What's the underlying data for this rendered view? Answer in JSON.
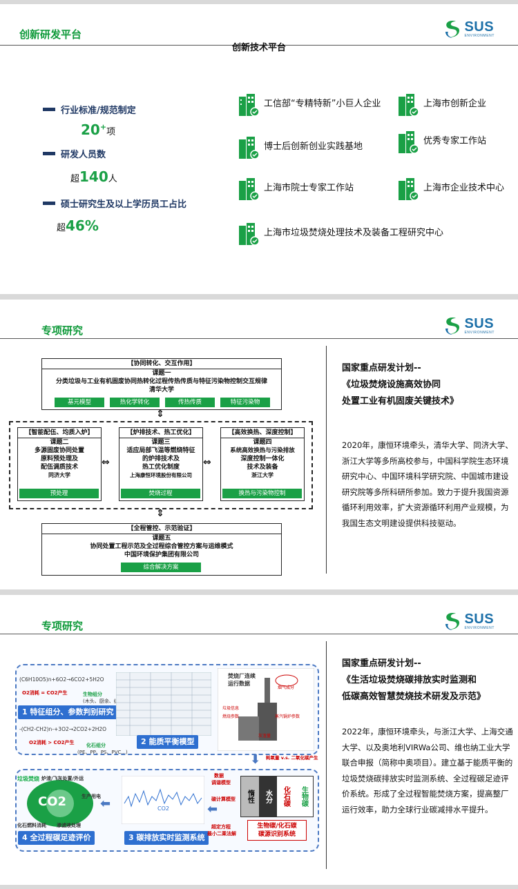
{
  "logo": {
    "main": "SUS",
    "sub": "ENVIRONMENT"
  },
  "slide1": {
    "title": "创新研发平台",
    "heading": "创新技术平台",
    "stats": [
      {
        "label": "行业标准/规范制定",
        "prefix": "",
        "number": "20",
        "sup": "+",
        "unit": "项"
      },
      {
        "label": "研发人员数",
        "prefix": "超",
        "number": "140",
        "sup": "",
        "unit": "人"
      },
      {
        "label": "硕士研究生及以上学历员工占比",
        "prefix": "超",
        "number": "46%",
        "sup": "",
        "unit": ""
      }
    ],
    "honors": [
      "工信部“专精特新”小巨人企业",
      "上海市创新企业",
      "博士后创新创业实践基地",
      "优秀专家工作站",
      "上海市院士专家工作站",
      "上海市企业技术中心",
      "上海市垃圾焚烧处理技术及装备工程研究中心"
    ]
  },
  "slide2": {
    "title": "专项研究",
    "right_title": [
      "国家重点研发计划--",
      "《垃圾焚烧设施高效协同",
      "处置工业有机固废关键技术》"
    ],
    "right_body": "2020年，康恒环境牵头，清华大学、同济大学、浙江大学等多所高校参与，中国科学院生态环境研究中心、中国环境科学研究院、中国城市建设研究院等多所科研所参加。致力于提升我国资源循环利用效率，扩大资源循环利用产业规模，为我国生态文明建设提供科技驱动。",
    "diagram": {
      "top": {
        "category": "【协同转化、交互作用】",
        "lines": [
          "课题一",
          "分类垃圾与工业有机固废协同热转化过程传热传质与特征污染物控制交互规律",
          "清华大学"
        ],
        "tags": [
          "基元模型",
          "热化学转化",
          "传热传质",
          "特征污染物"
        ]
      },
      "mid": [
        {
          "category": "【智能配伍、均质入炉】",
          "lines": [
            "课题二",
            "多源固废协同处置",
            "原料预处理及",
            "配伍调质技术",
            "同济大学"
          ],
          "tag": "预处理"
        },
        {
          "category": "【炉排技术、热工优化】",
          "lines": [
            "课题三",
            "适应局部飞温等燃烧特征",
            "的炉排技术及",
            "热工优化制度",
            "上海康恒环境股份有限公司"
          ],
          "tag": "焚烧过程"
        },
        {
          "category": "【高效换热、深度控制】",
          "lines": [
            "课题四",
            "系统高效换热与污染排放",
            "深度控制一体化",
            "技术及装备",
            "浙江大学"
          ],
          "tag": "换热与污染物控制"
        }
      ],
      "bottom": {
        "category": "【全程管控、示范验证】",
        "lines": [
          "课题五",
          "协同处置工程示范及全过程综合管控方案与运维模式",
          "中国环境保护集团有限公司"
        ],
        "tag": "综合解决方案"
      }
    }
  },
  "slide3": {
    "title": "专项研究",
    "right_title": [
      "国家重点研发计划--",
      "《生活垃圾焚烧碳排放实时监测和",
      "低碳高效智慧焚烧技术研发及示范》"
    ],
    "right_body": "2022年，康恒环境牵头，与浙江大学、上海交通大学、以及奥地利VIRWa公司、维也纳工业大学联合申报（简称中奥项目）。建立基于能质平衡的垃圾焚烧碳排放实时监测系统、全过程碳足迹评价系统。形成了全过程智能焚烧方案，提高整厂运行效率，助力全球行业碳减排水平提升。",
    "flow": {
      "steps": [
        "1 特征组分、参数判别研究",
        "2 能质平衡模型",
        "3 碳排放实时监测系统",
        "4 全过程碳足迹评价"
      ],
      "formula1": "(C6H10O5)n+6O2→6CO2+5H2O",
      "o2_1": "O2消耗 = CO2产生",
      "formula2": "-(CH2-CH2)n-+3O2→2CO2+2H2O",
      "o2_2": "O2消耗 > CO2产生",
      "bio_label": "生物组分",
      "bio_sub": "(木头、厨余、纺织品...)",
      "fossil_label": "化石组分",
      "fossil_sub": "(PE、PP、PS、PVC...)",
      "plant_title": [
        "焚烧厂连续",
        "运行数据"
      ],
      "plant_items": [
        "垃圾信息",
        "燃烧参数",
        "烟气成分",
        "蒸汽锅炉参数",
        "灰渣量"
      ],
      "model_labels": [
        "数据",
        "调谐模型",
        "碳计算模型",
        "超定方程",
        "最小二乘法解"
      ],
      "compare": "耗氧量 v.s. 二氧化碳产生",
      "stack": [
        "惰性",
        "水分",
        "化石碳",
        "生物碳"
      ],
      "stack_label": [
        "生物碳/化石碳",
        "碳源识别系统"
      ],
      "co2_label": "CO2",
      "cycle_words": [
        "垃圾焚烧",
        "炉渣/飞灰处置/外运",
        "化石燃料消耗",
        "渗滤液处理",
        "生产用电"
      ]
    }
  }
}
